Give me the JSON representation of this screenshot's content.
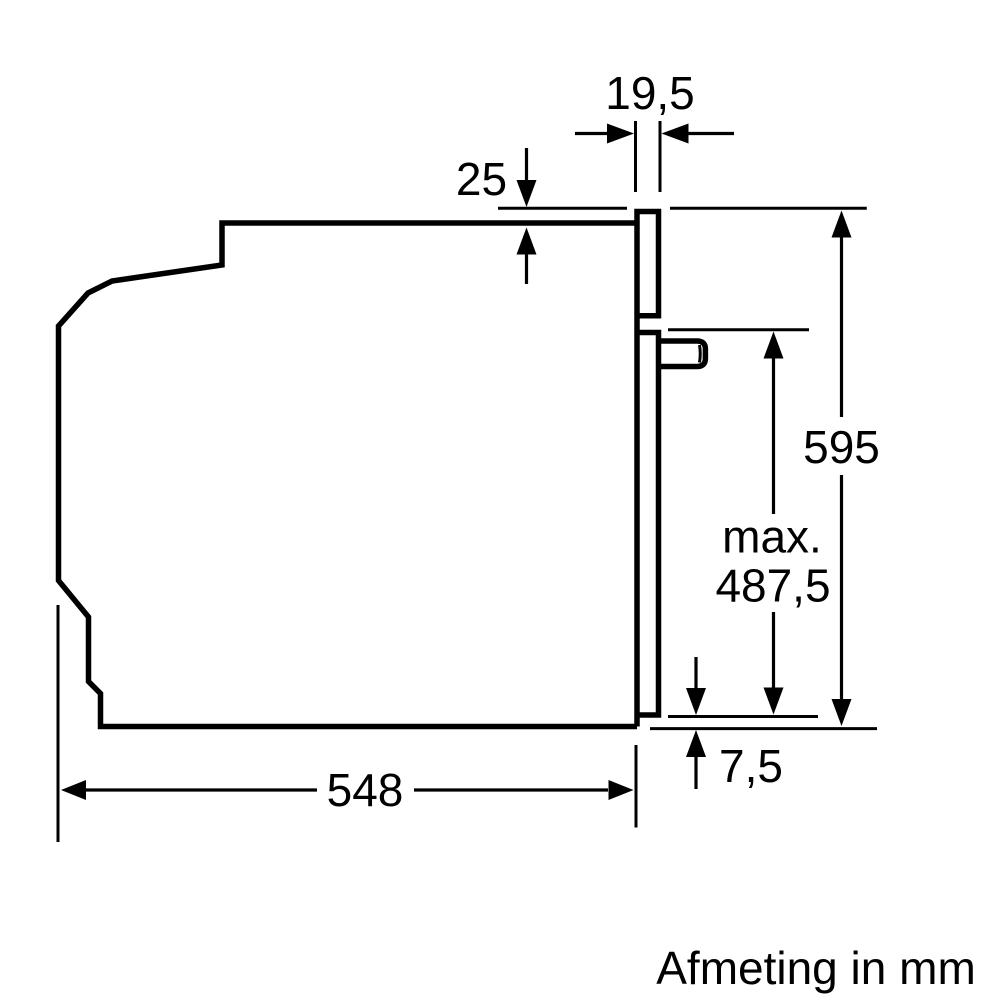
{
  "diagram": {
    "caption": "Afmeting in mm",
    "colors": {
      "line": "#000000",
      "background": "#ffffff"
    },
    "dimensions": {
      "front_panel_thickness": "19,5",
      "top_overhang": "25",
      "total_height": "595",
      "door_height_prefix": "max.",
      "door_height_value": "487,5",
      "bottom_clearance": "7,5",
      "body_depth": "548"
    }
  }
}
